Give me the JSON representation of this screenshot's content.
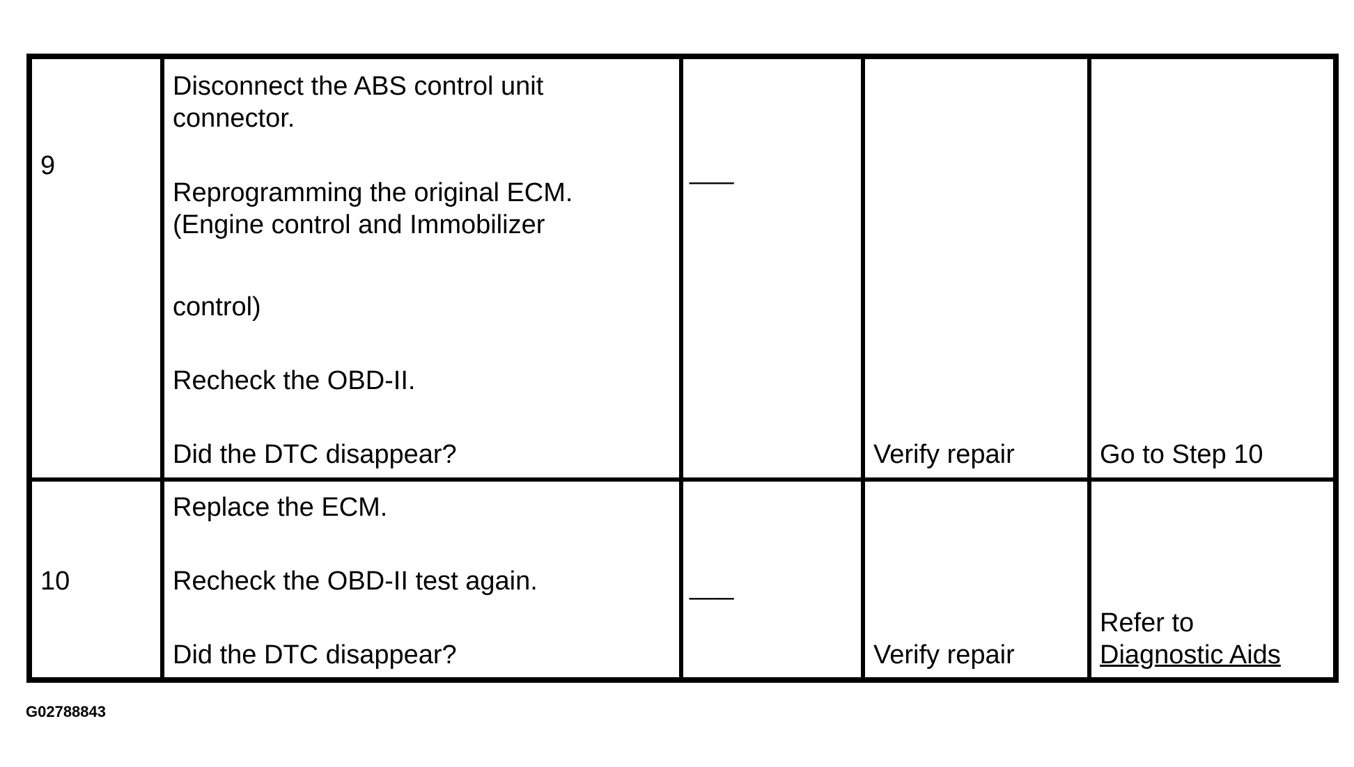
{
  "rows": [
    {
      "step": "9",
      "action_lines": [
        "Disconnect the ABS control unit",
        "connector.",
        "Reprogramming the original ECM.",
        "(Engine control and Immobilizer",
        "control)",
        "Recheck the OBD-II.",
        "Did the DTC disappear?"
      ],
      "value": "___",
      "yes": "Verify repair",
      "no": "Go to Step 10"
    },
    {
      "step": "10",
      "action_lines": [
        "Replace the ECM.",
        "Recheck the OBD-II test again.",
        "Did the DTC disappear?"
      ],
      "value": "___",
      "yes": "Verify repair",
      "no_prefix": "Refer to",
      "no_link": "Diagnostic Aids"
    }
  ],
  "figure_id": "G02788843"
}
